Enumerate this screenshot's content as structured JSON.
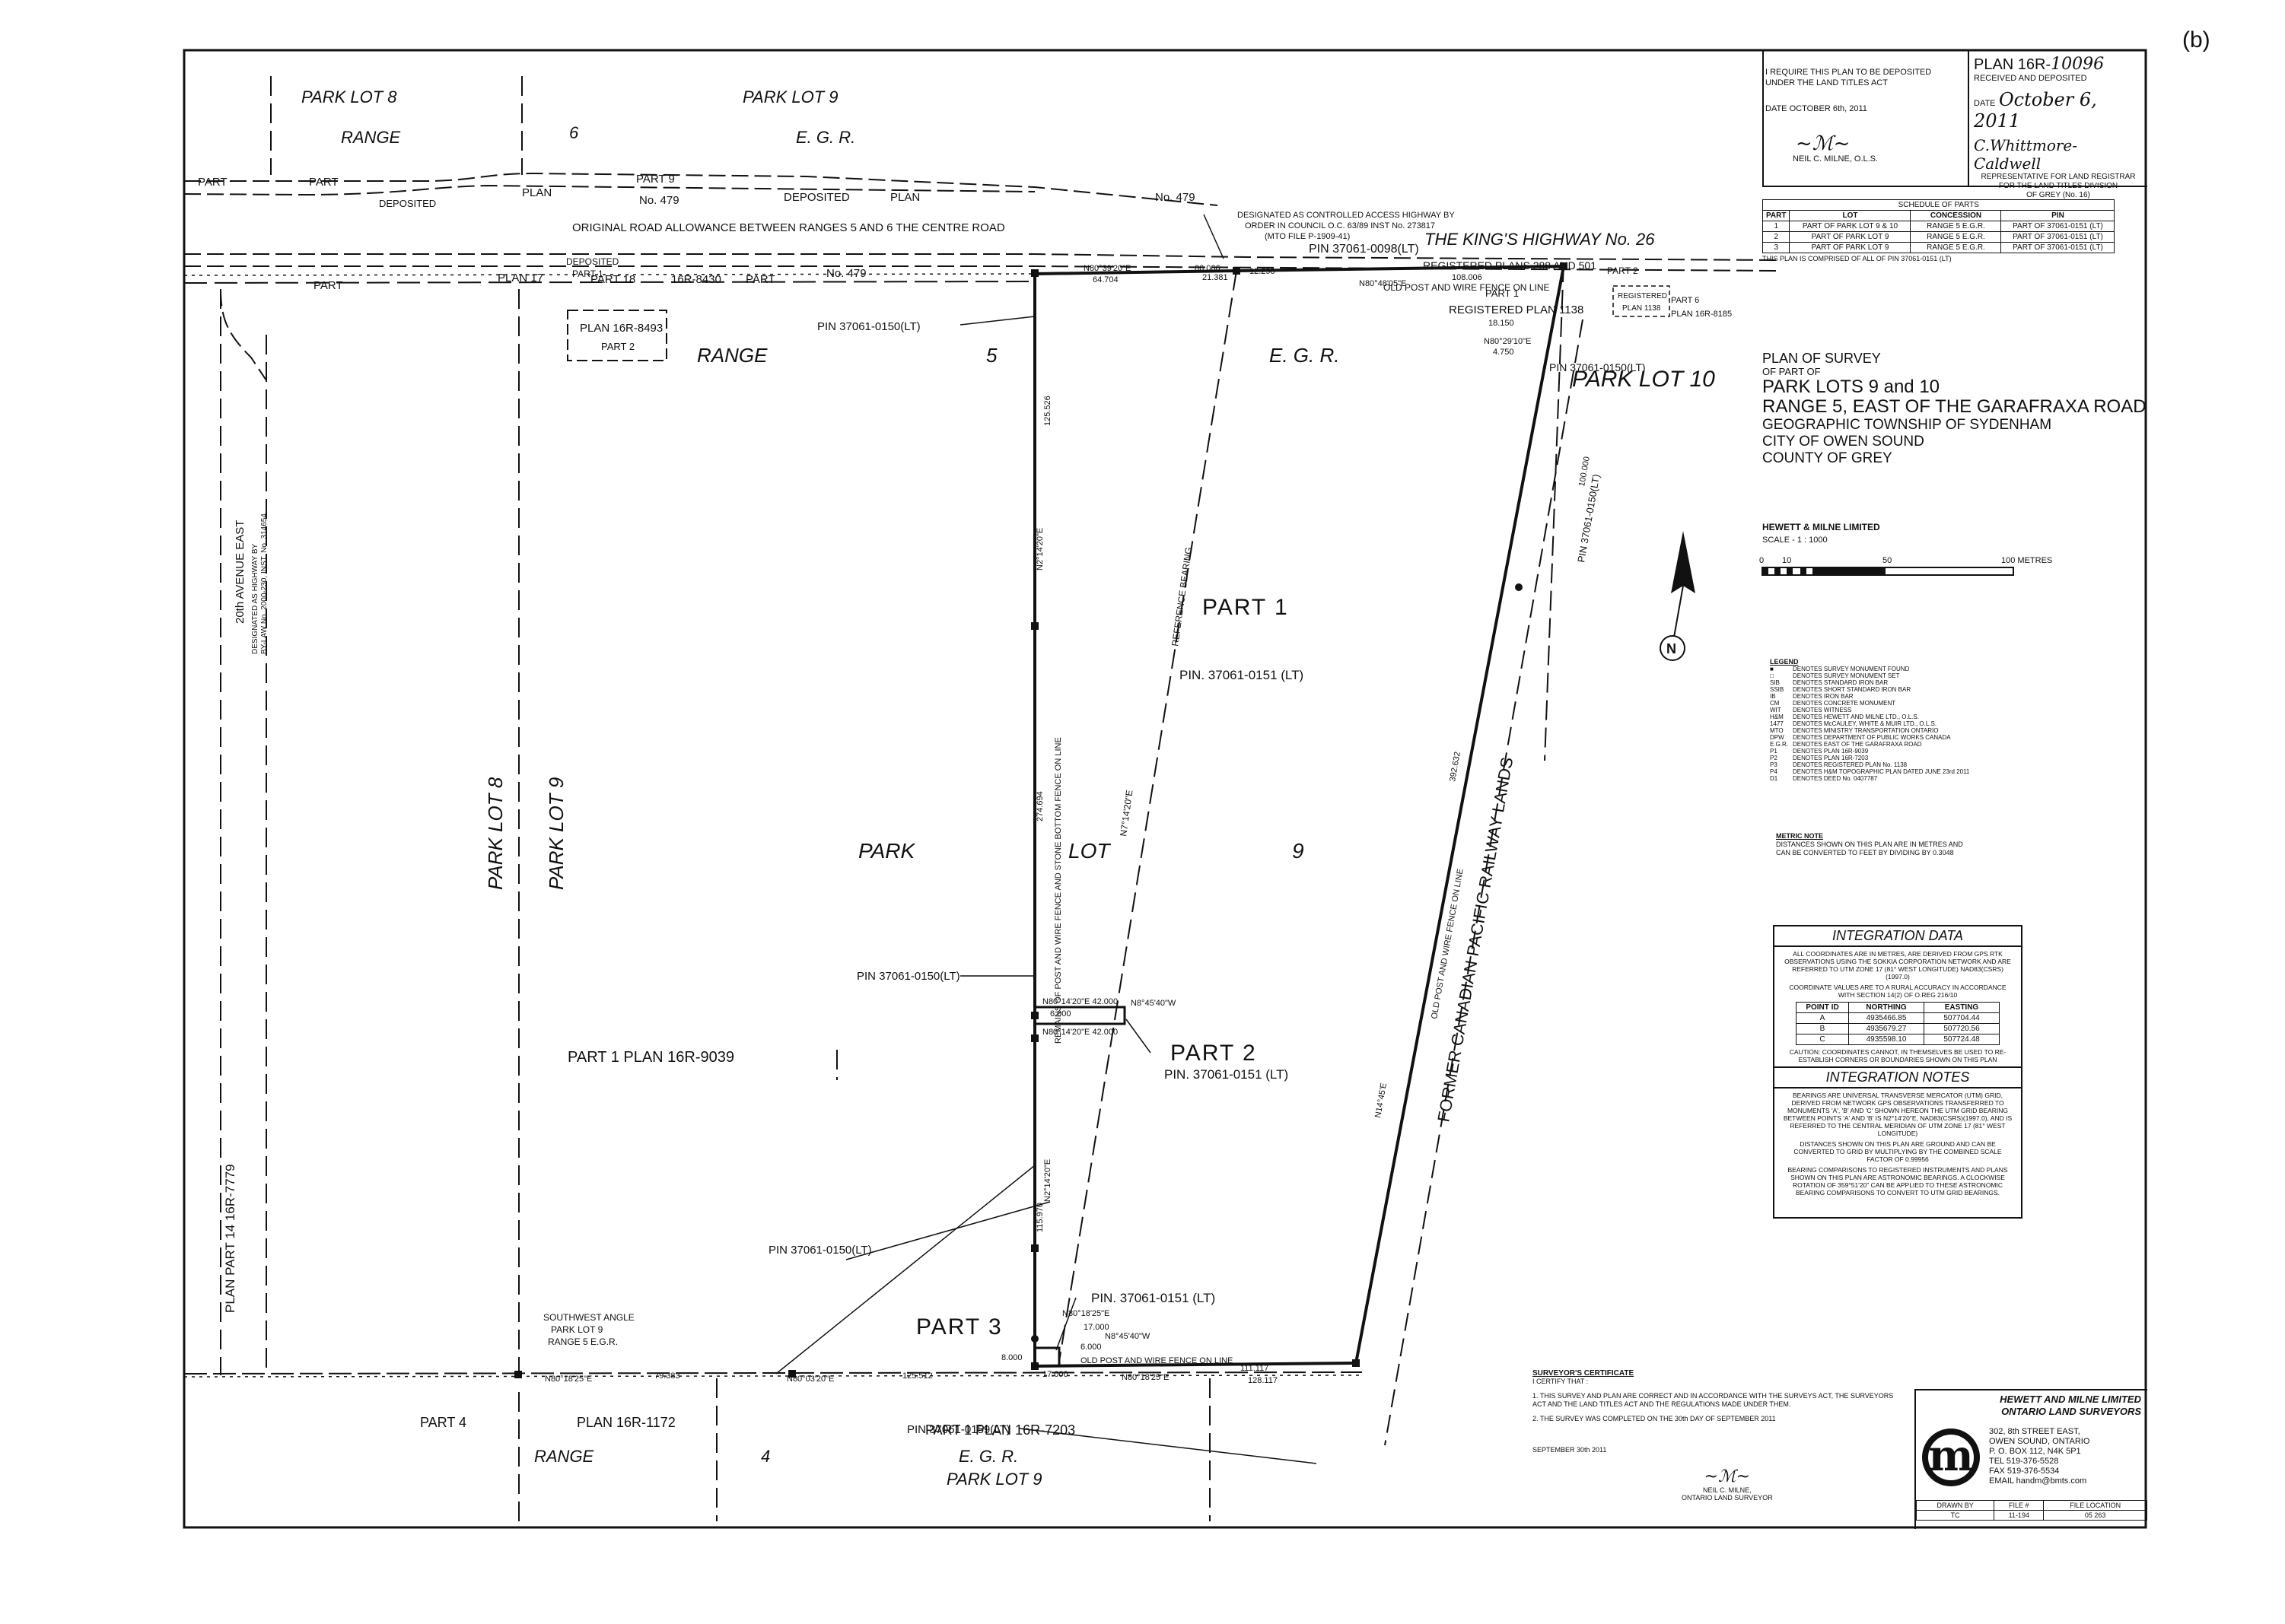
{
  "corner_mark": "(b)",
  "deposit_statement": {
    "line1": "I REQUIRE THIS PLAN TO BE DEPOSITED",
    "line2": "UNDER THE LAND TITLES ACT",
    "date_label": "DATE",
    "date_value": "OCTOBER 6th, 2011",
    "signer": "NEIL C. MILNE, O.L.S."
  },
  "plan_header": {
    "plan_label": "PLAN 16R-",
    "plan_number": "10096",
    "received": "RECEIVED AND DEPOSITED",
    "date_label": "DATE",
    "date_value": "October 6, 2011",
    "registrar_signature": "C.Whittmore-Caldwell",
    "rep_line1": "REPRESENTATIVE FOR LAND REGISTRAR",
    "rep_line2": "FOR THE LAND TITLES DIVISION",
    "rep_line3": "OF GREY (No. 16)"
  },
  "schedule": {
    "title": "SCHEDULE OF PARTS",
    "headers": [
      "PART",
      "LOT",
      "CONCESSION",
      "PIN"
    ],
    "rows": [
      [
        "1",
        "PART OF PARK LOT 9 & 10",
        "RANGE 5 E.G.R.",
        "PART OF 37061-0151 (LT)"
      ],
      [
        "2",
        "PART OF PARK LOT 9",
        "RANGE 5 E.G.R.",
        "PART OF 37061-0151 (LT)"
      ],
      [
        "3",
        "PART OF PARK LOT 9",
        "RANGE 5 E.G.R.",
        "PART OF 37061-0151 (LT)"
      ]
    ],
    "note": "THIS PLAN IS COMPRISED OF ALL OF PIN 37061-0151 (LT)"
  },
  "title_block": {
    "line1": "PLAN OF SURVEY",
    "line2": "OF PART OF",
    "line3": "PARK LOTS 9 and 10",
    "line4": "RANGE 5, EAST OF THE GARAFRAXA ROAD",
    "line5": "GEOGRAPHIC TOWNSHIP OF SYDENHAM",
    "line6": "CITY OF OWEN SOUND",
    "line7": "COUNTY OF GREY"
  },
  "scale": {
    "firm": "HEWETT & MILNE LIMITED",
    "text": "SCALE - 1 : 1000",
    "t0": "0",
    "t10": "10",
    "t50": "50",
    "t100": "100 METRES"
  },
  "north": {
    "label": "N"
  },
  "legend": {
    "title": "LEGEND",
    "items": [
      [
        "■",
        "DENOTES SURVEY MONUMENT FOUND"
      ],
      [
        "□",
        "DENOTES SURVEY MONUMENT SET"
      ],
      [
        "SIB",
        "DENOTES STANDARD IRON BAR"
      ],
      [
        "SSIB",
        "DENOTES SHORT STANDARD IRON BAR"
      ],
      [
        "IB",
        "DENOTES IRON BAR"
      ],
      [
        "CM",
        "DENOTES CONCRETE MONUMENT"
      ],
      [
        "WIT",
        "DENOTES WITNESS"
      ],
      [
        "H&M",
        "DENOTES HEWETT AND MILNE LTD., O.L.S."
      ],
      [
        "1477",
        "DENOTES McCAULEY, WHITE & MUIR LTD., O.L.S."
      ],
      [
        "MTO",
        "DENOTES MINISTRY TRANSPORTATION ONTARIO"
      ],
      [
        "DPW",
        "DENOTES DEPARTMENT OF PUBLIC WORKS CANADA"
      ],
      [
        "E.G.R.",
        "DENOTES EAST OF THE GARAFRAXA ROAD"
      ],
      [
        "P1",
        "DENOTES PLAN 16R-9039"
      ],
      [
        "P2",
        "DENOTES PLAN 16R-7203"
      ],
      [
        "P3",
        "DENOTES REGISTERED PLAN No. 1138"
      ],
      [
        "P4",
        "DENOTES H&M TOPOGRAPHIC PLAN DATED JUNE 23rd 2011"
      ],
      [
        "D1",
        "DENOTES DEED No. 0407787"
      ]
    ]
  },
  "metric_note": {
    "title": "METRIC NOTE",
    "line1": "DISTANCES SHOWN ON THIS PLAN ARE IN METRES AND",
    "line2": "CAN BE CONVERTED TO FEET BY DIVIDING BY 0.3048"
  },
  "integration_data": {
    "title": "INTEGRATION DATA",
    "p1": "ALL COORDINATES ARE IN METRES, ARE DERIVED FROM GPS RTK OBSERVATIONS USING THE SOKKIA CORPORATION NETWORK AND ARE REFERRED TO UTM ZONE 17 (81° WEST LONGITUDE) NAD83(CSRS)(1997.0)",
    "p2": "COORDINATE VALUES ARE TO A RURAL ACCURACY IN ACCORDANCE WITH SECTION 14(2) OF O.REG 216/10",
    "headers": [
      "POINT ID",
      "NORTHING",
      "EASTING"
    ],
    "rows": [
      [
        "A",
        "4935466.85",
        "507704.44"
      ],
      [
        "B",
        "4935679.27",
        "507720.56"
      ],
      [
        "C",
        "4935598.10",
        "507724.48"
      ]
    ],
    "caution": "CAUTION: COORDINATES CANNOT, IN THEMSELVES BE USED TO RE-ESTABLISH CORNERS OR BOUNDARIES SHOWN ON THIS PLAN"
  },
  "integration_notes": {
    "title": "INTEGRATION NOTES",
    "p1": "BEARINGS ARE UNIVERSAL TRANSVERSE MERCATOR (UTM) GRID, DERIVED FROM NETWORK GPS OBSERVATIONS TRANSFERRED TO MONUMENTS 'A', 'B' AND 'C' SHOWN HEREON THE UTM GRID BEARING BETWEEN POINTS 'A' AND 'B' IS N2°14'20\"E, NAD83(CSRS)(1997.0), AND IS REFERRED TO THE CENTRAL MERIDIAN OF UTM ZONE 17 (81° WEST LONGITUDE)",
    "p2": "DISTANCES SHOWN ON THIS PLAN ARE GROUND AND CAN BE CONVERTED TO GRID BY MULTIPLYING BY THE COMBINED SCALE FACTOR OF 0.99956",
    "p3": "BEARING COMPARISONS TO REGISTERED INSTRUMENTS AND PLANS SHOWN ON THIS PLAN ARE ASTRONOMIC BEARINGS. A CLOCKWISE ROTATION OF 359°51'20\" CAN BE APPLIED TO THESE ASTRONOMIC BEARING COMPARISONS TO CONVERT TO UTM GRID BEARINGS."
  },
  "certificate": {
    "title": "SURVEYOR'S CERTIFICATE",
    "sub": "I CERTIFY THAT :",
    "c1": "1. THIS SURVEY AND PLAN ARE CORRECT AND IN ACCORDANCE WITH THE SURVEYS ACT, THE SURVEYORS ACT AND THE LAND TITLES ACT AND THE REGULATIONS MADE UNDER THEM.",
    "c2": "2. THE SURVEY WAS COMPLETED ON THE 30th DAY OF SEPTEMBER 2011",
    "date": "SEPTEMBER 30th 2011",
    "name": "NEIL C. MILNE,",
    "role": "ONTARIO LAND SURVEYOR"
  },
  "firm_block": {
    "name1": "HEWETT AND MILNE LIMITED",
    "name2": "ONTARIO LAND SURVEYORS",
    "addr1": "302, 8th STREET EAST,",
    "addr2": "OWEN SOUND, ONTARIO",
    "addr3": "P. O. BOX 112, N4K 5P1",
    "tel": "TEL    519-376-5528",
    "fax": "FAX    519-376-5534",
    "email": "EMAIL   handm@bmts.com",
    "h_drawn": "DRAWN BY",
    "h_file": "FILE #",
    "h_loc": "FILE LOCATION",
    "v_drawn": "TC",
    "v_file": "11-194",
    "v_loc": "05 263"
  },
  "map": {
    "park_lot_8_top": "PARK LOT 8",
    "park_lot_9_top": "PARK LOT 9",
    "range_top": "RANGE",
    "range_6": "6",
    "egr_top": "E. G. R.",
    "part_label_top1": "PART",
    "part_label_top2": "PART",
    "part_9_top": "PART        9",
    "plan_top": "PLAN",
    "no_479_a": "No.  479",
    "deposited_a": "DEPOSITED",
    "deposited_b": "DEPOSITED",
    "plan_479_b": "PLAN",
    "no_479_b": "No.  479",
    "road_allowance": "ORIGINAL    ROAD    ALLOWANCE    BETWEEN    RANGES    5    AND    6          THE         CENTRE         ROAD",
    "highway": "THE  KING'S  HIGHWAY  No.  26",
    "cah1": "DESIGNATED AS CONTROLLED ACCESS HIGHWAY BY",
    "cah2": "ORDER IN COUNCIL O.C. 63/89 INST No. 273817",
    "cah3": "(MTO FILE P-1909-41)",
    "pin_0098": "PIN 37061-0098(LT)",
    "reg_plans": "REGISTERED PLANS 288 AND 501",
    "plan17": "PLAN 17",
    "deposited_c": "DEPOSITED",
    "part1_small": "PART 1",
    "part18": "PART 18",
    "plan16r8430": "16R-8430",
    "part_l": "PART",
    "no479_c": "No.  479",
    "part_far_left": "PART",
    "plan_8493": "PLAN  16R-8493",
    "part2_small": "PART   2",
    "range5_label": "RANGE",
    "range5_num": "5",
    "egr_mid": "E.  G.  R.",
    "park_lot_10": "PARK  LOT  10",
    "pin_0150_a": "PIN 37061-0150(LT)",
    "pin_0150_b": "PIN 37061-0150(LT)",
    "pin_0150_c": "PIN 37061-0150(LT)",
    "pin_0150_d": "PIN 37061-0150(LT)",
    "pin_0150_e": "PIN 37061-0150(LT)",
    "pin_0159": "PIN  37061-0159(LT)",
    "part_1_big": "PART      1",
    "pin_0151_a": "PIN.  37061-0151   (LT)",
    "park_label": "PARK",
    "lot_label": "LOT",
    "lot_9_label": "9",
    "part_2_big": "PART     2",
    "pin_0151_b": "PIN.  37061-0151   (LT)",
    "part_3_big": "PART  3",
    "pin_0151_c": "PIN.  37061-0151   (LT)",
    "part1_plan9039": "PART     1        PLAN           16R-9039",
    "park_lot_8_v": "PARK     LOT     8",
    "park_lot_9_v": "PARK     LOT     9",
    "avenue": "20th AVENUE EAST",
    "avenue_sub": "DESIGNATED AS HIGHWAY BY",
    "avenue_sub2": "BY-LAW No. 2000-230, INST. No. 314654",
    "plan_7779_v": "PLAN      PART      14      16R-7779",
    "railway": "FORMER  CANADIAN  PACIFIC  RAILWAY  LANDS",
    "old_post_fence_a": "OLD POST AND WIRE FENCE ON LINE",
    "old_post_fence_b": "OLD POST AND WIRE FENCE ON LINE",
    "old_post_fence_c": "OLD POST AND WIRE FENCE ON LINE",
    "stone_fence": "REMAINS OF POST AND WIRE FENCE AND STONE BOTTOM FENCE ON LINE",
    "reference_bearing": "REFERENCE BEARING",
    "b_n8039": "N80°39'20\"E",
    "d_64704": "64.704",
    "d_86066": "86.066",
    "d_21381": "21.381",
    "d_12290": "12.290",
    "b_n8048": "N80°48'05\"E",
    "d_108006": "108.006",
    "reg_plan_1138": "REGISTERED PLAN 1138",
    "part_1_reg": "PART  1",
    "reg_box_a": "REGISTERED",
    "reg_box_b": "PLAN 1138",
    "part6": "PART 6",
    "plan_8185": "PLAN 16R-8185",
    "part2_right": "PART 2",
    "d_18150": "18.150",
    "b_n8029": "N80°29'10\"E",
    "d_4750": "4.750",
    "d_100000": "100.000",
    "pin_0150_right": "PIN 37061-0150(LT)",
    "d_125526": "125.526",
    "b_n214": "N2°14'20\"E",
    "d_274694": "274.694",
    "b_n214b": "N2°14'20\"E",
    "b_n8014a": "N80°14'20\"E   42.000",
    "d_6000a": "6.000",
    "b_n8014b": "N80°14'20\"E  42.000",
    "b_n845": "N8°45'40\"W",
    "d_115970": "115.970",
    "b_n214c": "N2°14'20\"E",
    "b_n8018": "N80°18'25\"E",
    "d_17000": "17.000",
    "b_n845b": "N8°45'40\"W",
    "d_6000b": "6.000",
    "d_8000": "8.000",
    "d_17000b": "17.000",
    "b_n8018b": "N80°18'25\"E",
    "d_111117": "111.117",
    "d_128117": "128.117",
    "sw1": "SOUTHWEST ANGLE",
    "sw2": "PARK LOT 9",
    "sw3": "RANGE 5 E.G.R.",
    "b_n8018c": "N80°18'25\"E",
    "d_79383": "79.383",
    "b_n8003": "N80°03'20\"E",
    "d_125512": "125.512",
    "d_392632": "392.632",
    "b_n1445": "N14°45'E",
    "part4": "PART        4",
    "plan_1172": "PLAN        16R-1172",
    "range_bot": "RANGE",
    "range_4": "4",
    "part1_7203": "PART       1        PLAN        16R-7203",
    "egr_bot": "E.  G.  R.",
    "park_lot_9_bot": "PARK              LOT                   9",
    "b_n7814": "N7°14'20\"E"
  }
}
